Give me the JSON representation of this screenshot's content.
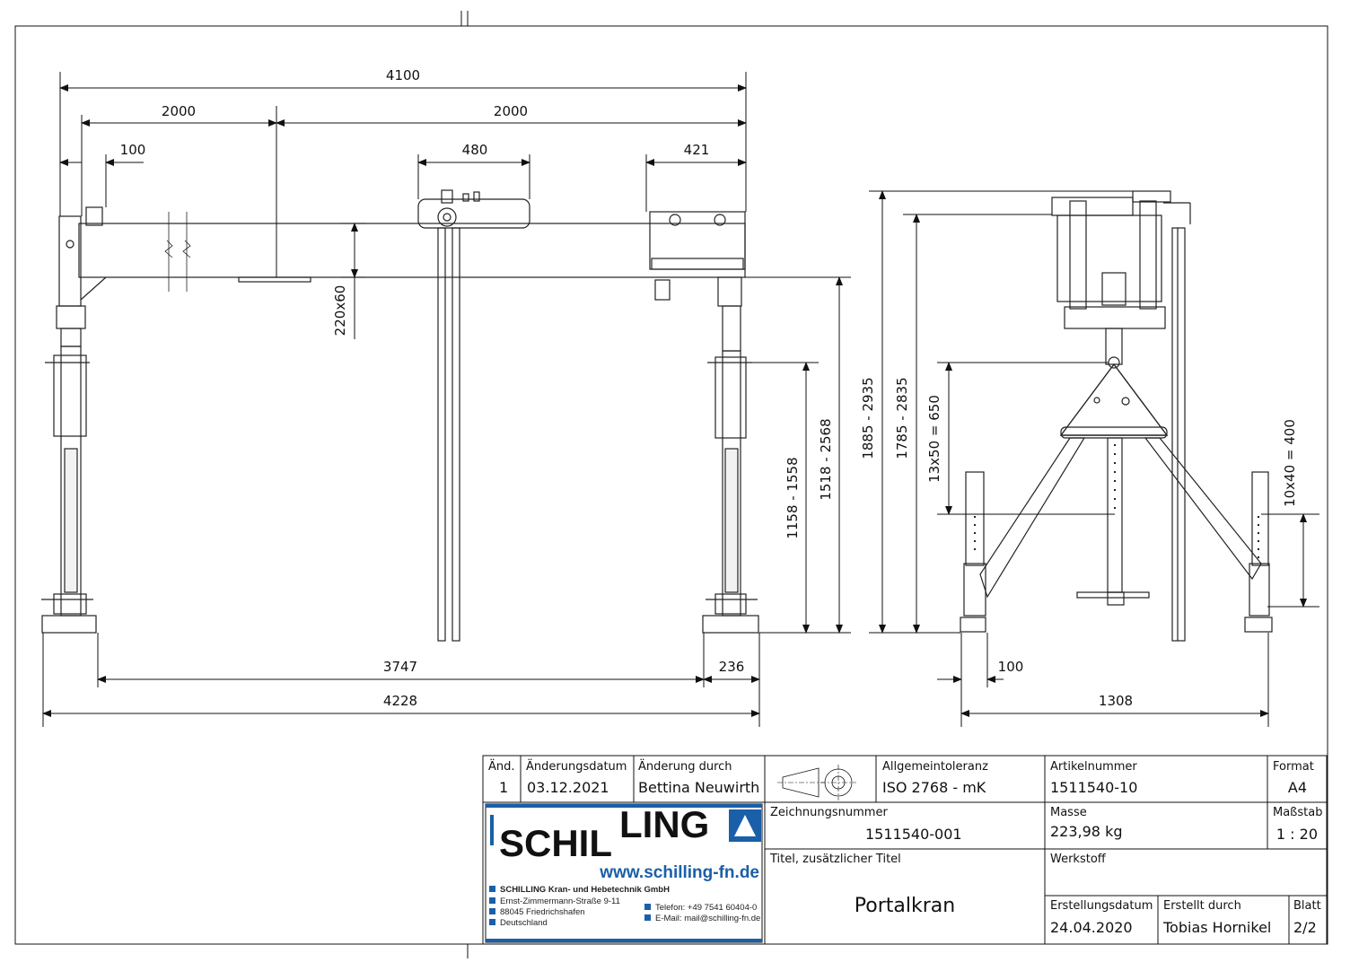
{
  "dimensions": {
    "front": {
      "overall_width": "4100",
      "half_left": "2000",
      "half_right": "2000",
      "end_offset": "100",
      "trolley_width": "480",
      "hoist_box_width": "421",
      "beam_section": "220x60",
      "leg_span_inner": "3747",
      "foot_width": "236",
      "overall_base": "4228",
      "leg_height_range": "1158 - 1558",
      "beam_underside_height": "1518 - 2568"
    },
    "side": {
      "total_height": "1885 - 2935",
      "rail_height": "1785 - 2835",
      "upper_adjust": "13x50 = 650",
      "lower_adjust": "10x40 = 400",
      "foot_offset": "100",
      "base_width": "1308"
    }
  },
  "title_block": {
    "revision_label": "Änd.",
    "revision_value": "1",
    "change_date_label": "Änderungsdatum",
    "change_date_value": "03.12.2021",
    "changed_by_label": "Änderung durch",
    "changed_by_value": "Bettina Neuwirth",
    "tolerance_label": "Allgemeintoleranz",
    "tolerance_value": "ISO 2768 - mK",
    "article_label": "Artikelnummer",
    "article_value": "1511540-10",
    "format_label": "Format",
    "format_value": "A4",
    "drawing_no_label": "Zeichnungsnummer",
    "drawing_no_value": "1511540-001",
    "mass_label": "Masse",
    "mass_value": "223,98 kg",
    "scale_label": "Maßstab",
    "scale_value": "1 : 20",
    "title_label": "Titel, zusätzlicher Titel",
    "title_value": "Portalkran",
    "material_label": "Werkstoff",
    "material_value": "",
    "created_date_label": "Erstellungsdatum",
    "created_date_value": "24.04.2020",
    "created_by_label": "Erstellt durch",
    "created_by_value": "Tobias Hornikel",
    "sheet_label": "Blatt",
    "sheet_value": "2/2"
  },
  "company": {
    "logo_left": "SCHIL",
    "logo_right": "LING",
    "website": "www.schilling-fn.de",
    "name": "SCHILLING Kran- und Hebetechnik GmbH",
    "street": "Ernst-Zimmermann-Straße 9-11",
    "city": "88045 Friedrichshafen",
    "country": "Deutschland",
    "phone": "Telefon: +49 7541 60404-0",
    "email": "E-Mail: mail@schilling-fn.de",
    "brand_color": "#1a5fa8"
  }
}
